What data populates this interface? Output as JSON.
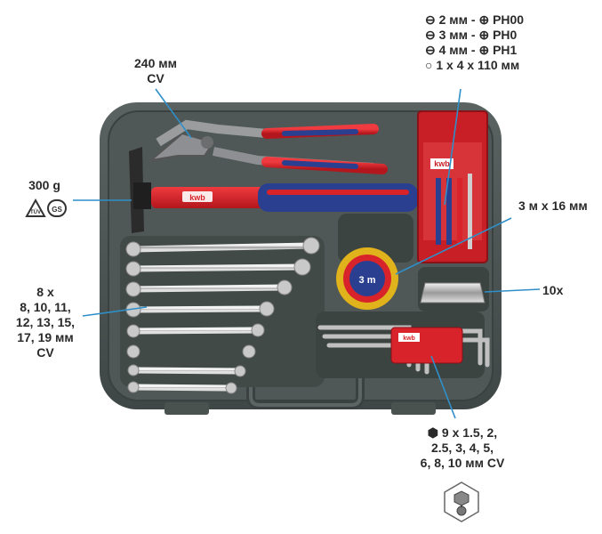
{
  "labels": {
    "screwdrivers": {
      "line1": "⊖ 2 мм - ⊕ PH00",
      "line2": "⊖ 3 мм - ⊕ PH0",
      "line3": "⊖ 4 мм - ⊕ PH1",
      "line4": "○ 1 x 4 x 110 мм"
    },
    "pliers": {
      "line1": "240 мм",
      "line2": "CV"
    },
    "hammer": {
      "weight": "300 g"
    },
    "tape": {
      "text": "3 м x 16 мм"
    },
    "blades": {
      "text": "10x"
    },
    "wrenches": {
      "line1": "8 x",
      "line2": "8, 10, 11,",
      "line3": "12, 13, 15,",
      "line4": "17, 19 мм",
      "line5": "CV"
    },
    "hexkeys": {
      "line1": "⬢ 9 x 1.5, 2,",
      "line2": "2.5, 3, 4, 5,",
      "line3": "6, 8, 10 мм CV"
    }
  },
  "brand": "kwb",
  "tape_label": "3 m",
  "colors": {
    "case": "#4d5553",
    "case_dark": "#353b3a",
    "accent_red": "#d8232a",
    "accent_blue": "#2a3f8f",
    "leader_line": "#2f8fc9"
  },
  "icons": [
    "tuv-gs-icon",
    "hex-key-ball-icon"
  ]
}
